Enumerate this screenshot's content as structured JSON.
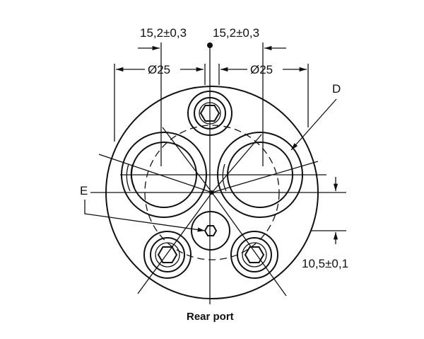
{
  "dimensions": {
    "left_offset": "15,2±0,3",
    "right_offset": "15,2±0,3",
    "left_diameter": "Ø25",
    "right_diameter": "Ø25",
    "vertical_offset": "10,5±0,1"
  },
  "labels": {
    "d": "D",
    "e": "E"
  },
  "caption": "Rear port"
}
